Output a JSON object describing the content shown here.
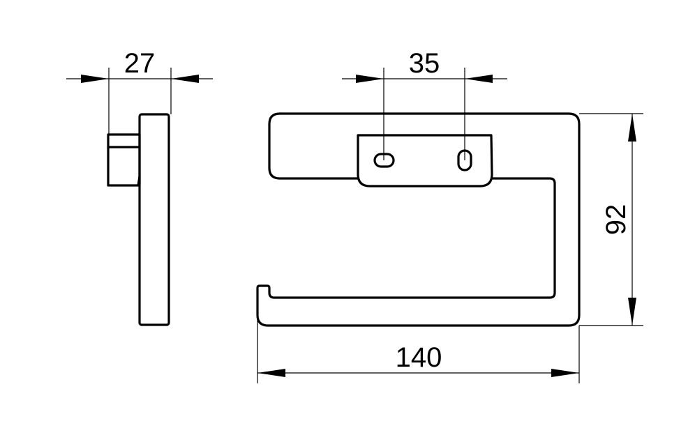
{
  "dimensions": {
    "depth": "27",
    "hole_spacing": "35",
    "height": "92",
    "width": "140"
  },
  "colors": {
    "line": "#000000",
    "background": "#ffffff"
  }
}
